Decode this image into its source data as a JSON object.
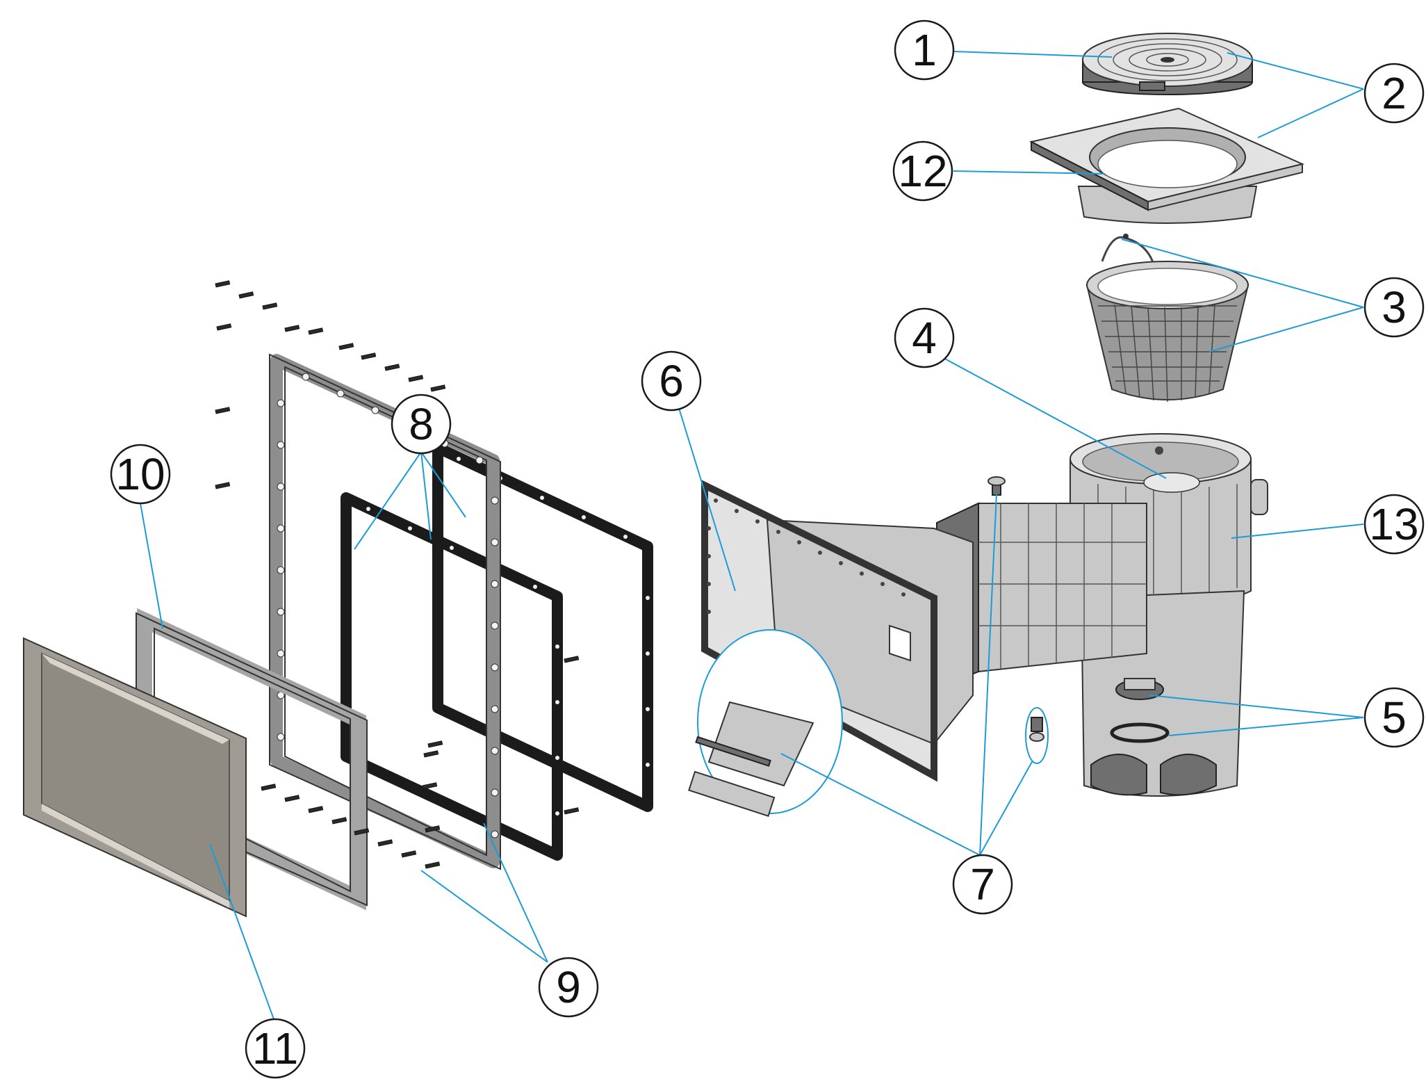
{
  "callouts": [
    {
      "label": "1"
    },
    {
      "label": "2"
    },
    {
      "label": "12"
    },
    {
      "label": "3"
    },
    {
      "label": "4"
    },
    {
      "label": "6"
    },
    {
      "label": "13"
    },
    {
      "label": "8"
    },
    {
      "label": "10"
    },
    {
      "label": "5"
    },
    {
      "label": "7"
    },
    {
      "label": "9"
    },
    {
      "label": "11"
    }
  ]
}
